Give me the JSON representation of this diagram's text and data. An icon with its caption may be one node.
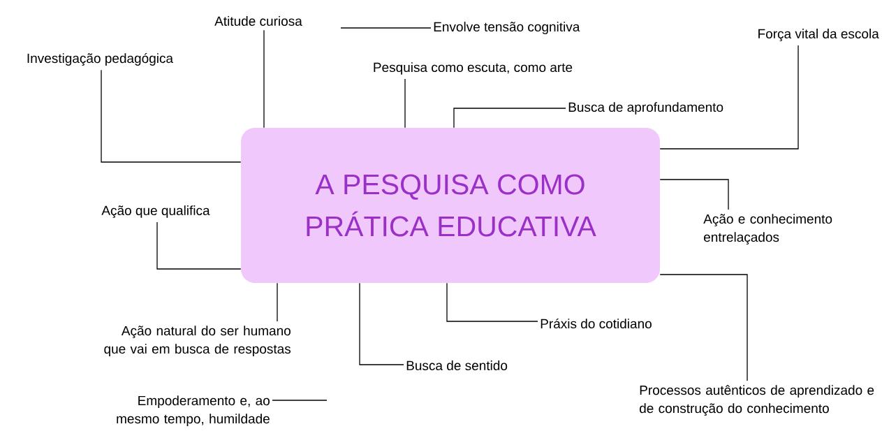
{
  "diagram": {
    "nodes": [
      {
        "text": [
          "A PESQUISA COMO PRÁTICA EDUCATIVA"
        ]
      },
      {
        "text": [
          "Atitude curiosa"
        ]
      },
      {
        "text": [
          "Envolve tensão cognitiva"
        ]
      },
      {
        "text": [
          "Investigação pedagógica"
        ]
      },
      {
        "text": [
          "Pesquisa como escuta, como arte"
        ]
      },
      {
        "text": [
          "Busca de aprofundamento"
        ]
      },
      {
        "text": [
          "Força vital da escola"
        ]
      },
      {
        "text": [
          "Ação que qualifica"
        ]
      },
      {
        "text": [
          "Ação e conhecimento entrelaçados"
        ]
      },
      {
        "text": [
          "Ação natural do ser humano que vai em busca de respostas"
        ]
      },
      {
        "text": [
          "Busca de sentido"
        ]
      },
      {
        "text": [
          "Práxis do cotidiano"
        ]
      },
      {
        "text": [
          "Empoderamento e, ao mesmo tempo, humildade"
        ]
      },
      {
        "text": [
          "Processos autênticos de aprendizado e de construção do conhecimento"
        ]
      }
    ],
    "edges": [
      {
        "from": 1,
        "to": 0,
        "arrow": "none"
      },
      {
        "from": null,
        "to": 2,
        "arrow": "none"
      },
      {
        "from": 3,
        "to": 0,
        "arrow": "none"
      },
      {
        "from": 4,
        "to": 0,
        "arrow": "none"
      },
      {
        "from": 5,
        "to": 0,
        "arrow": "none"
      },
      {
        "from": 6,
        "to": 0,
        "arrow": "none"
      },
      {
        "from": 8,
        "to": 0,
        "arrow": "none"
      },
      {
        "from": 7,
        "to": 0,
        "arrow": "none"
      },
      {
        "from": 9,
        "to": 0,
        "arrow": "none"
      },
      {
        "from": 10,
        "to": 0,
        "arrow": "none"
      },
      {
        "from": 11,
        "to": 0,
        "arrow": "none"
      },
      {
        "from": 13,
        "to": 0,
        "arrow": "none"
      },
      {
        "from": 12,
        "to": null,
        "arrow": "none"
      }
    ]
  }
}
